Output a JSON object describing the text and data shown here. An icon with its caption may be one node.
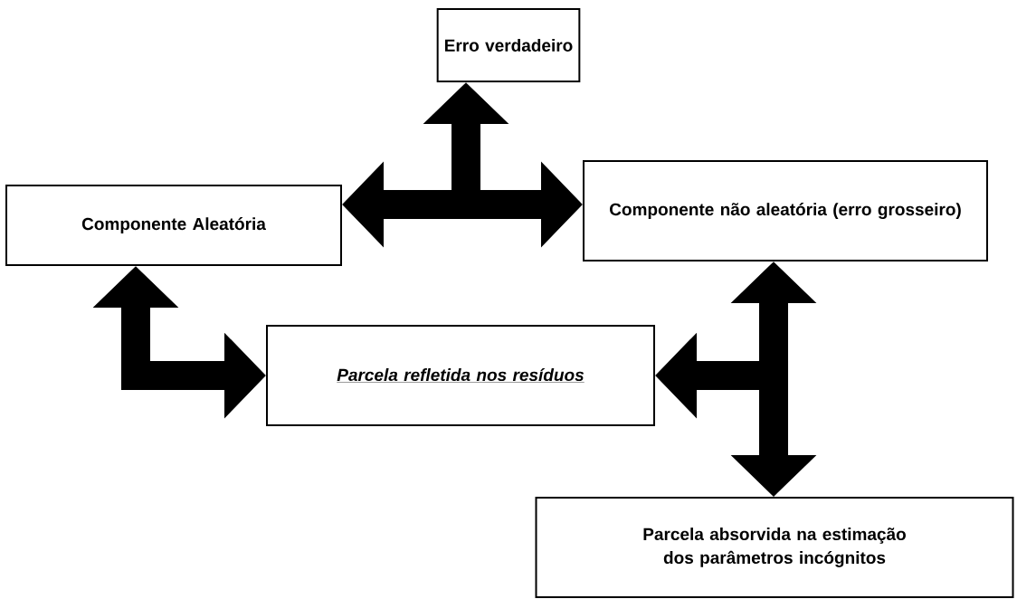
{
  "diagram": {
    "nodes": [
      {
        "text": [
          "Erro verdadeiro"
        ]
      },
      {
        "text": [
          "Componente Aleatória"
        ]
      },
      {
        "text": [
          "Componente não aleatória (erro grosseiro)"
        ]
      },
      {
        "text": [
          "Parcela refletida nos resíduos"
        ]
      },
      {
        "text": [
          "Parcela absorvida na estimação dos parâmetros incógnitos"
        ]
      }
    ],
    "edges": [
      {
        "from": 1,
        "to": 2,
        "arrow": "both"
      },
      {
        "from": null,
        "to": 0,
        "arrow": "to"
      },
      {
        "from": 1,
        "to": 3,
        "arrow": "both"
      },
      {
        "from": 2,
        "to": 4,
        "arrow": "both"
      },
      {
        "from": null,
        "to": 3,
        "arrow": "to"
      }
    ]
  }
}
